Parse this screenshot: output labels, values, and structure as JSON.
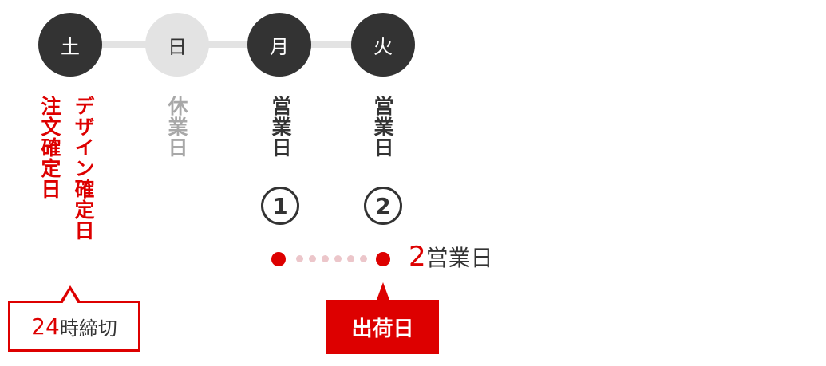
{
  "timeline": {
    "days": [
      {
        "label": "土",
        "state": "active"
      },
      {
        "label": "日",
        "state": "off"
      },
      {
        "label": "月",
        "state": "active"
      },
      {
        "label": "火",
        "state": "active"
      }
    ],
    "colors": {
      "active": "#333333",
      "off": "#e3e3e3",
      "track": "#e3e3e3"
    }
  },
  "labels": {
    "order_confirm": "注文確定日",
    "design_confirm": "デザイン確定日",
    "holiday": "休業日",
    "business_day_1": "営業日",
    "business_day_2": "営業日",
    "num_1": "1",
    "num_2": "2"
  },
  "span": {
    "number": "2",
    "unit": "営業日",
    "colors": {
      "endpoint": "#dd0000",
      "dots": "#ecc6ca"
    }
  },
  "callouts": {
    "deadline": {
      "number": "24",
      "text": "時締切"
    },
    "ship": {
      "text": "出荷日"
    }
  },
  "colors": {
    "accent": "#dd0000",
    "text": "#333333",
    "muted": "#a8a8a8"
  }
}
